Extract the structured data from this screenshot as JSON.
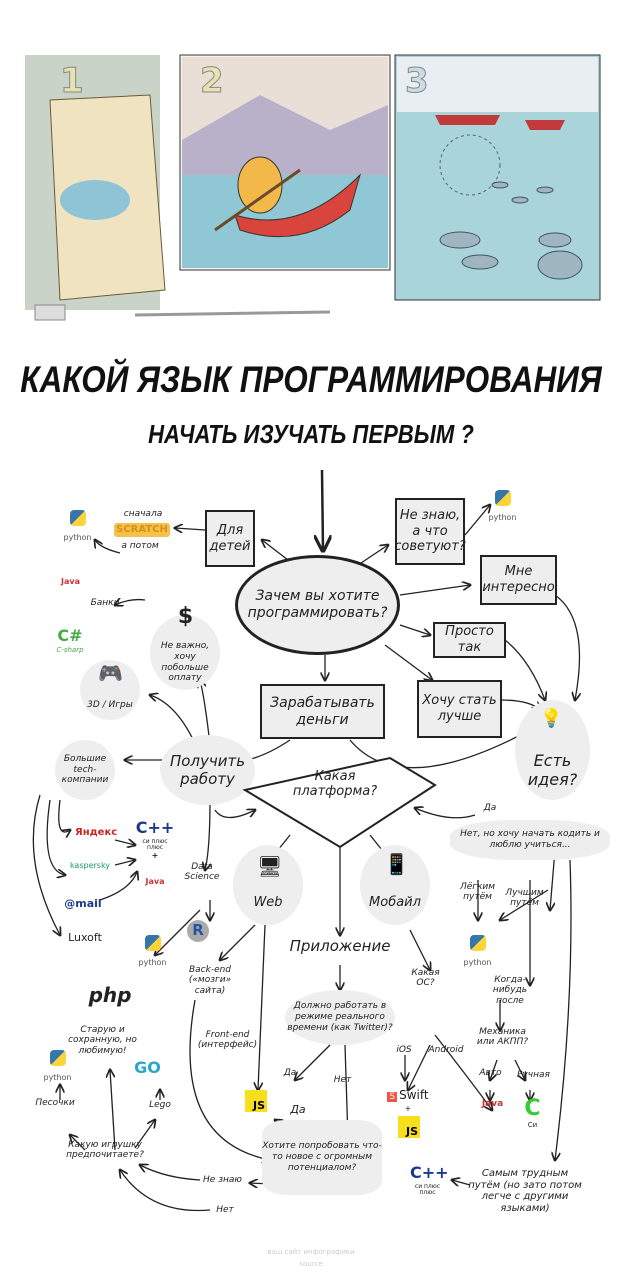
{
  "illustration": {
    "panels": [
      "1",
      "2",
      "3"
    ]
  },
  "title": {
    "line1": "КАКОЙ ЯЗЫК ПРОГРАММИРОВАНИЯ",
    "line2": "НАЧАТЬ ИЗУЧАТЬ ПЕРВЫМ ?"
  },
  "center": "Зачем вы хотите программировать?",
  "kids": {
    "box": "Для детей",
    "first": "сначала",
    "scratch": "SCRATCH",
    "then": "а потом",
    "python": "python"
  },
  "dontknow": {
    "box": "Не знаю, а что советуют?",
    "python": "python"
  },
  "interesting": "Мне интересно",
  "justso": "Просто так",
  "better": "Хочу стать лучше",
  "money": "Зарабатывать деньги",
  "job": "Получить работу",
  "platform": "Какая платформа?",
  "idea": {
    "label": "Есть идея?",
    "yes": "Да",
    "no": "Нет, но хочу начать кодить и люблю учиться...",
    "easy": "Лёгким путём",
    "best": "Лучшим путём",
    "python": "python",
    "later": "Когда-нибудь после",
    "mechanics": "Механика или АКПП?",
    "auto": "Авто",
    "manual": "Ручная",
    "java": "Java",
    "c": "C",
    "c_sub": "Си",
    "hard": "Самым трудным путём (но зато потом легче с другими языками)",
    "cpp": "C++",
    "cpp_sub": "си плюс плюс"
  },
  "left": {
    "banks": "Банки",
    "java": "Java",
    "dollar": "$",
    "salary": "Не важно, хочу побольше оплату",
    "csharp": "C#",
    "csharp_sub": "C-sharp",
    "games": "3D / Игры",
    "bigtech": "Большие tech-компании",
    "yandex": "Яндекс",
    "kaspersky": "kaspersky",
    "mail": "@mail",
    "luxoft": "Luxoft",
    "cpp": "C++",
    "cpp_sub": "си плюс плюс",
    "plus": "+",
    "java2": "Java",
    "datascience": "Data Science",
    "python": "python",
    "r": "R"
  },
  "web": {
    "label": "Web",
    "backend": "Back-end («мозги» сайта)",
    "frontend": "Front-end (интерфейс)",
    "js": "JS",
    "php": "php",
    "old": "Старую и сохранную, но любимую!",
    "toy": "Какую игрушку предпочитаете?",
    "blocks": "Песочки",
    "lego": "Lego",
    "python": "python",
    "go": "GO",
    "try": "Хотите попробовать что-то новое с огромным потенциалом?",
    "yes": "Да",
    "dontknow": "Не знаю",
    "no": "Нет"
  },
  "app": {
    "label": "Приложение",
    "realtime": "Должно работать в режиме реального времени (как Twitter)?",
    "yes": "Да",
    "no": "Нет",
    "js": "JS"
  },
  "mobile": {
    "label": "Мобайл",
    "os": "Какая ОС?",
    "ios": "iOS",
    "android": "Android",
    "swift": "Swift",
    "plus": "+",
    "js": "JS",
    "java": "Java"
  },
  "footer": {
    "line1": "ваш сайт инфографики",
    "line2": "source"
  }
}
